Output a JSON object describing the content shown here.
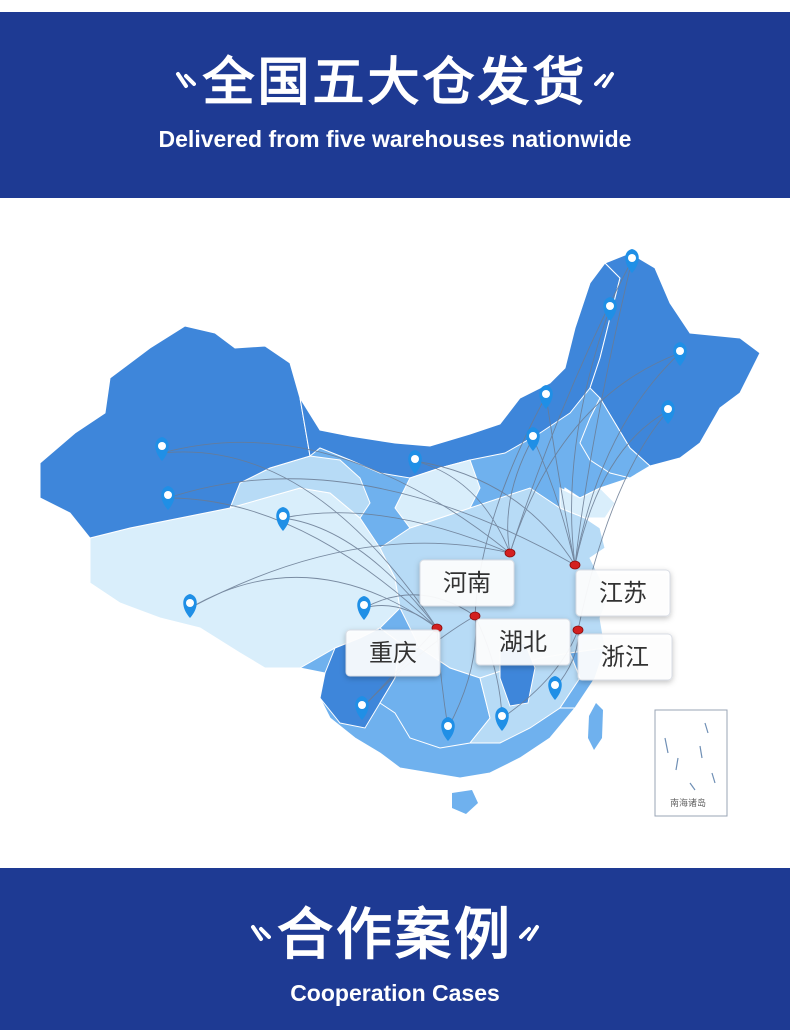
{
  "header": {
    "title_zh": "全国五大仓发货",
    "title_en": "Delivered from five warehouses nationwide"
  },
  "map": {
    "warehouses": [
      {
        "name": "河南"
      },
      {
        "name": "江苏"
      },
      {
        "name": "湖北"
      },
      {
        "name": "重庆"
      },
      {
        "name": "浙江"
      }
    ],
    "inset_label": "南海诸岛",
    "colors": {
      "dark_region": "#3e86da",
      "mid_region": "#6fb1ee",
      "light_region": "#b7dbf6",
      "lightest_region": "#d9eefb",
      "pin": "#1f8fe6",
      "warehouse_pin": "#d42020",
      "banner": "#1e3a93"
    }
  },
  "footer": {
    "title_zh": "合作案例",
    "title_en": "Cooperation Cases"
  }
}
